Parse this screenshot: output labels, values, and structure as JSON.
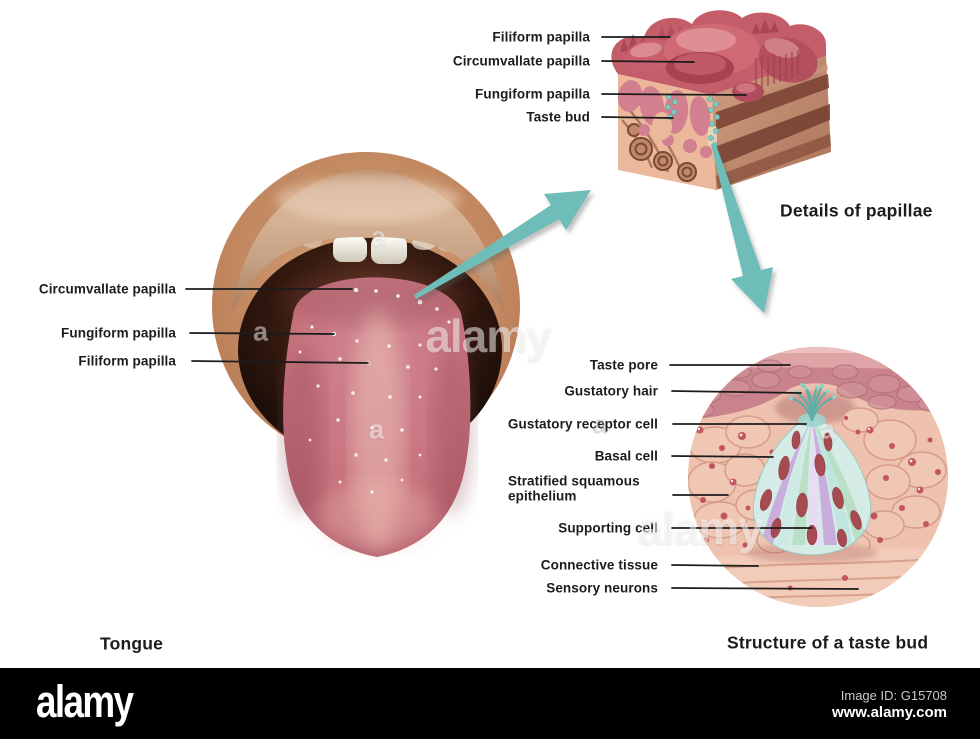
{
  "sections": {
    "tongue": {
      "title": "Tongue",
      "labels": [
        "Circumvallate papilla",
        "Fungiform papilla",
        "Filiform papilla"
      ]
    },
    "papillae": {
      "title": "Details of papillae",
      "labels": [
        "Filiform papilla",
        "Circumvallate papilla",
        "Fungiform papilla",
        "Taste bud"
      ]
    },
    "taste_bud": {
      "title": "Structure of a taste bud",
      "labels": [
        "Taste pore",
        "Gustatory hair",
        "Gustatory receptor cell",
        "Basal cell",
        "Stratified squamous epithelium",
        "Supporting cell",
        "Connective tissue",
        "Sensory neurons"
      ]
    }
  },
  "watermarks": {
    "brand": "alamy",
    "letter": "a"
  },
  "footer": {
    "logo": "alamy",
    "image_id": "Image ID: G15708",
    "url": "www.alamy.com"
  },
  "colors": {
    "arrow": "#6fbdb9",
    "footer_bg": "#000000",
    "label_text": "#1c1c1c",
    "leader_line": "#1c1c1c"
  }
}
